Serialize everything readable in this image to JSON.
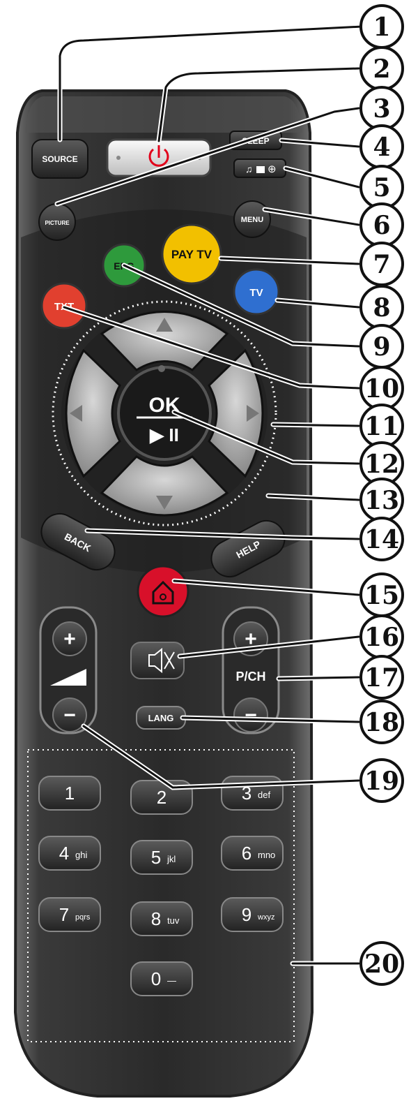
{
  "buttons": {
    "source": "SOURCE",
    "sleep": "SLEEP",
    "picture": "PICTURE",
    "menu": "MENU",
    "pay_tv": "PAY TV",
    "epg": "EPG",
    "tv": "TV",
    "txt": "TXT",
    "ok": "OK",
    "play_pause": "▶ II",
    "back": "BACK",
    "help": "HELP",
    "lang": "LANG",
    "pch": "P/CH",
    "plus": "+",
    "minus": "−",
    "keypad": [
      {
        "num": "1",
        "letters": ""
      },
      {
        "num": "2",
        "letters": ""
      },
      {
        "num": "3",
        "letters": "def"
      },
      {
        "num": "4",
        "letters": "ghi"
      },
      {
        "num": "5",
        "letters": "jkl"
      },
      {
        "num": "6",
        "letters": "mno"
      },
      {
        "num": "7",
        "letters": "pqrs"
      },
      {
        "num": "8",
        "letters": "tuv"
      },
      {
        "num": "9",
        "letters": "wxyz"
      },
      {
        "num": "0",
        "letters": "—"
      }
    ]
  },
  "callouts": [
    "1",
    "2",
    "3",
    "4",
    "5",
    "6",
    "7",
    "8",
    "9",
    "10",
    "11",
    "12",
    "13",
    "14",
    "15",
    "16",
    "17",
    "18",
    "19",
    "20"
  ],
  "colors": {
    "body": "#2b2b2b",
    "body_edge": "#7a7a7a",
    "epg_green": "#2e9a3c",
    "pay_tv_yellow": "#f2c000",
    "tv_blue": "#2f6fd0",
    "txt_red": "#e1402f",
    "home_red": "#d8102a",
    "power_red": "#e2001a"
  }
}
